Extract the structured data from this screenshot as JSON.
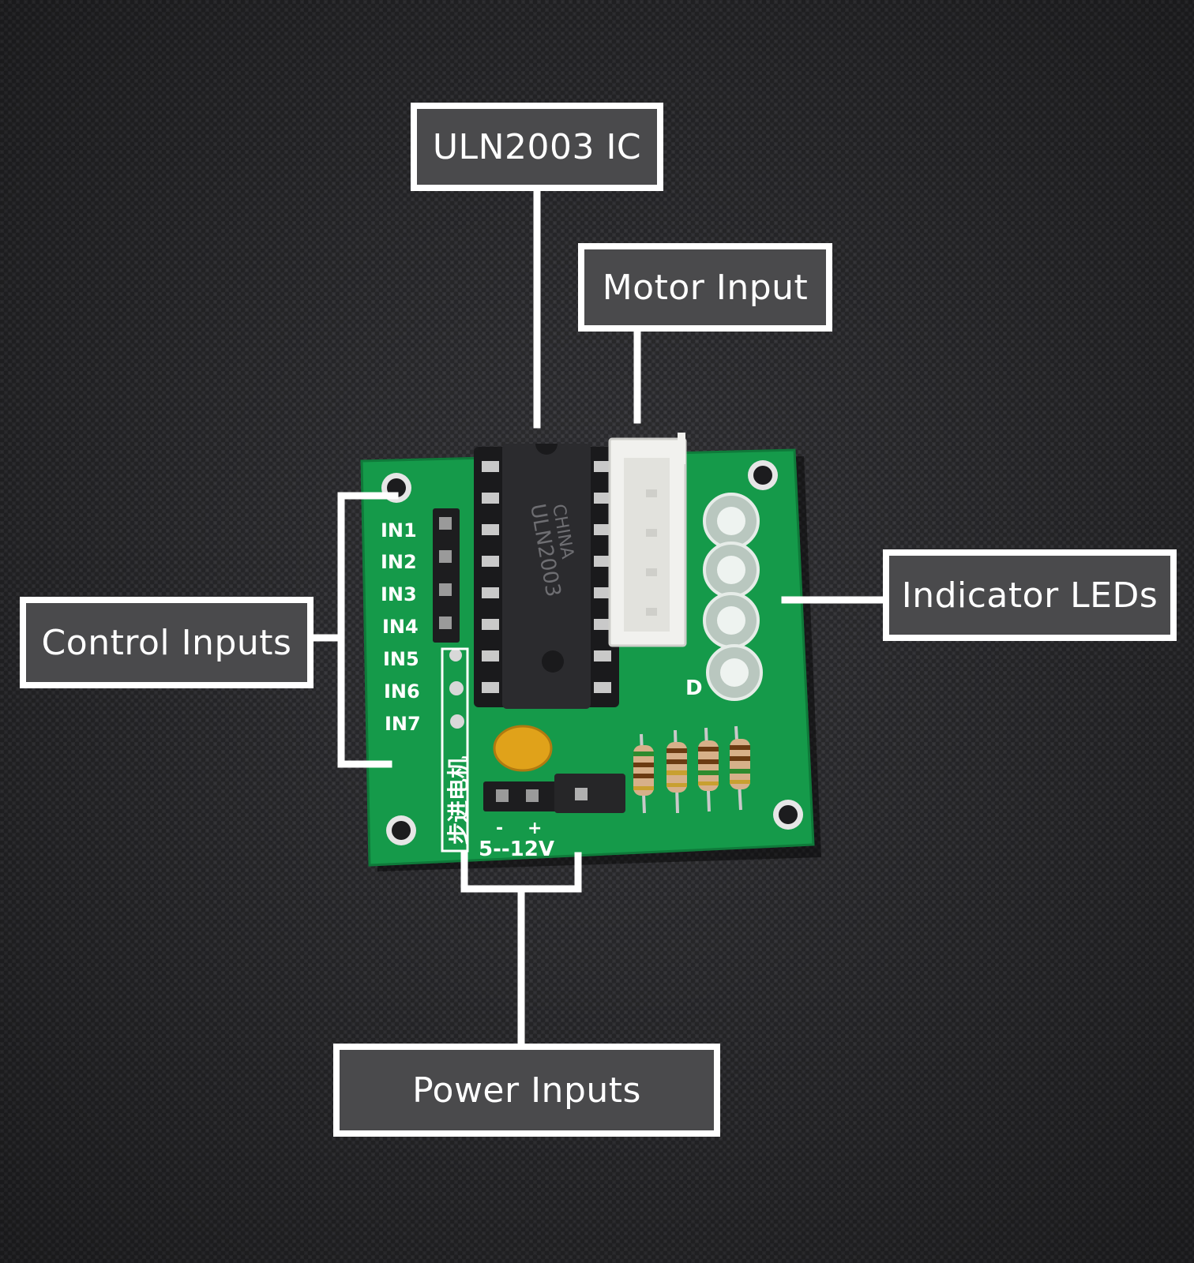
{
  "callouts": {
    "uln2003": "ULN2003 IC",
    "motor_input": "Motor Input",
    "control_inputs": "Control Inputs",
    "indicator_leds": "Indicator LEDs",
    "power_inputs": "Power Inputs"
  },
  "silkscreen": {
    "inputs": [
      "IN1",
      "IN2",
      "IN3",
      "IN4",
      "IN5",
      "IN6",
      "IN7"
    ],
    "voltage": "5--12V",
    "minus": "-",
    "plus": "+",
    "chinese": "步进电机",
    "chip_marking": "ULN2003",
    "chip_brand": "CHINA",
    "led_letter": "D"
  },
  "colors": {
    "pcb_green": "#159a4a",
    "callout_bg": "#4a4a4c",
    "callout_border": "#ffffff",
    "fabric": "#2c2c2e"
  }
}
